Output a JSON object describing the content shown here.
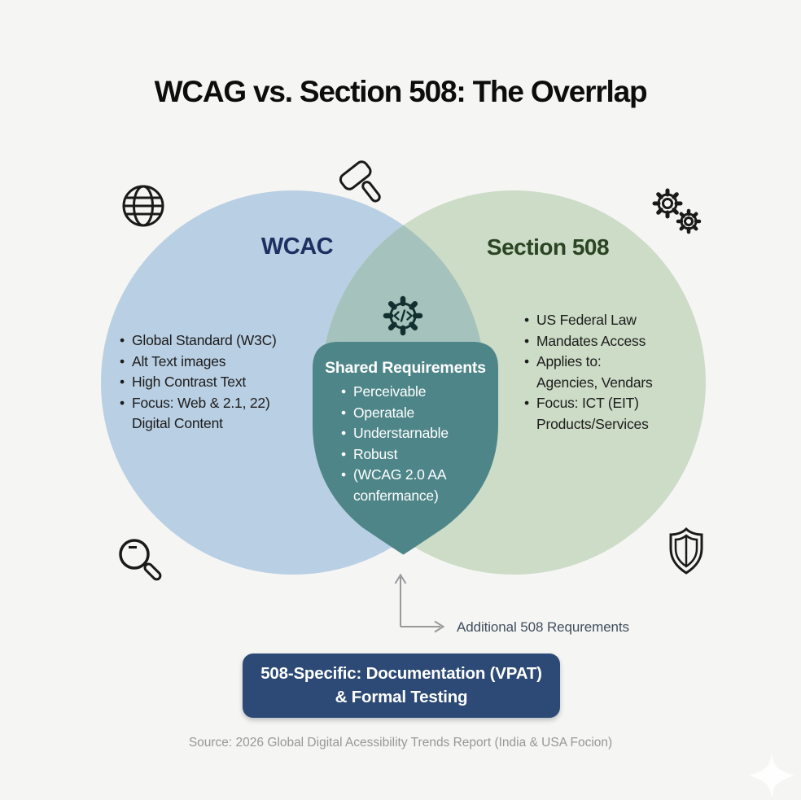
{
  "title": "WCAG vs. Section 508: The Overrlap",
  "venn": {
    "left_circle": {
      "heading": "WCAC",
      "items": [
        "Global Standard (W3C)",
        "Alt Text images",
        "High Contrast Text",
        "Focus: Web & 2.1, 22)\nDigital Content"
      ]
    },
    "right_circle": {
      "heading": "Section 508",
      "items": [
        "US Federal Law",
        "Mandates Access",
        "Applies to:\nAgencies, Vendars",
        "Focus: ICT (EIT)\nProducts/Services"
      ]
    },
    "overlap": {
      "heading": "Shared Requirements",
      "items": [
        "Perceivable",
        "Operatale",
        "Understarnable",
        "Robust",
        "(WCAG 2.0 AA\nconfermance)"
      ]
    }
  },
  "annotation": {
    "arrow_label": "Additional 508 Requrements"
  },
  "callout": {
    "text": "508-Specific: Documentation (VPAT)\n& Formal Testing"
  },
  "source": "Source: 2026 Global Digital Acessibility Trends Report (India & USA Focion)",
  "icons": {
    "top_left": "globe-icon",
    "top_center": "gavel-icon",
    "top_right": "gears-icon",
    "center": "gear-code-icon",
    "bottom_left": "magnifier-icon",
    "bottom_right": "shield-icon",
    "corner": "sparkle-icon"
  },
  "colors": {
    "background": "#f5f5f3",
    "left_circle": "#b9cfe3",
    "right_circle": "#ccdcc6",
    "overlap_lens": "#a5c3bc",
    "shared_badge": "#4e8588",
    "callout_box": "#2c4a75",
    "left_heading": "#1d3061",
    "right_heading": "#2b4423",
    "body_text": "#1c1c1c",
    "shared_text": "#ffffff",
    "arrow": "#97999b",
    "arrow_label": "#414e5e",
    "source_text": "#979797",
    "icon_stroke": "#1a1a1a"
  }
}
